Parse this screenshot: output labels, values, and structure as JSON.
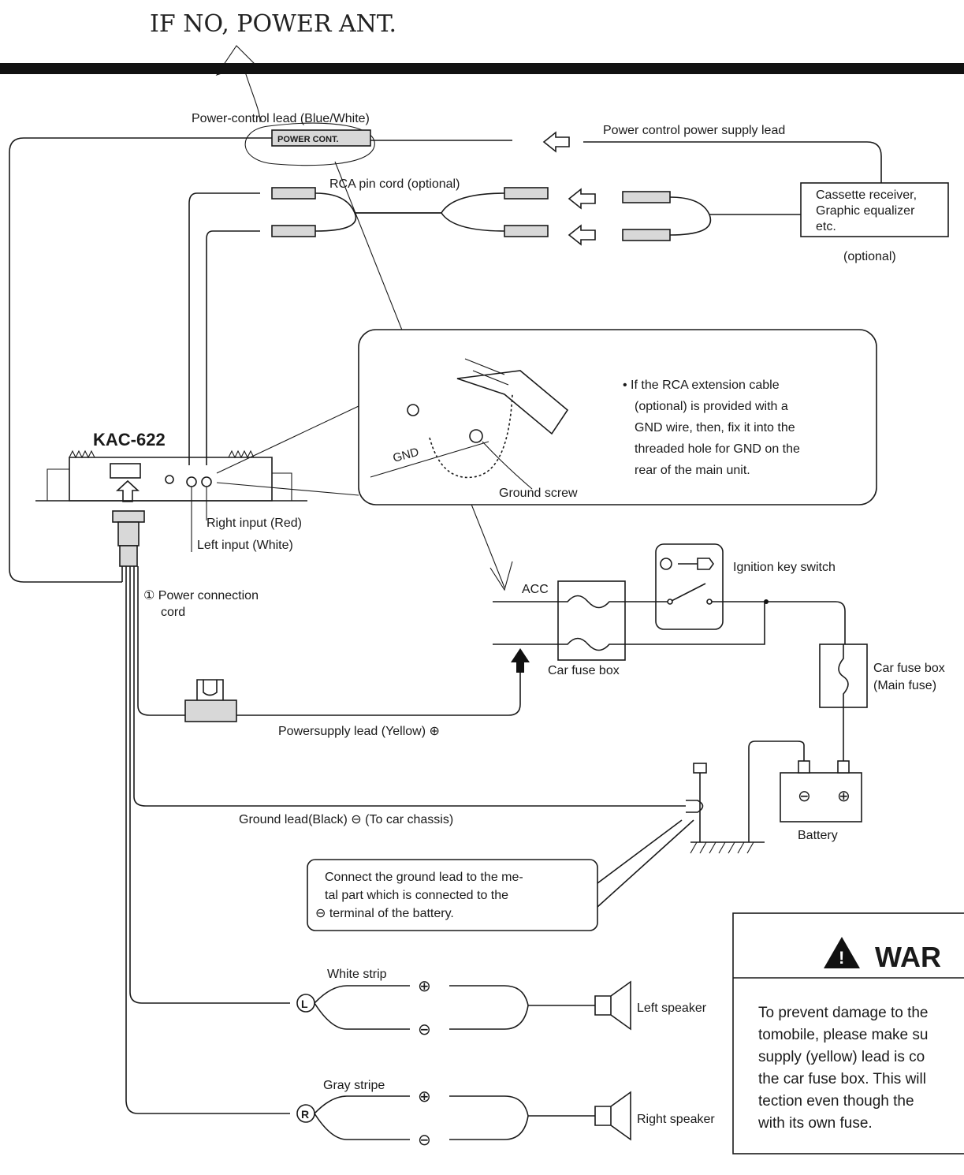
{
  "handwritten_note": "IF NO, POWER ANT.",
  "model": "KAC-622",
  "labels": {
    "power_control_lead": "Power-control lead (Blue/White)",
    "power_cont_tag": "POWER CONT.",
    "power_control_supply": "Power control power supply lead",
    "rca_cord": "RCA pin cord (optional)",
    "receiver_line1": "Cassette receiver,",
    "receiver_line2": "Graphic equalizer",
    "receiver_line3": "etc.",
    "receiver_optional": "(optional)",
    "right_input": "Right input (Red)",
    "left_input": "Left input (White)",
    "gnd": "GND",
    "ground_screw": "Ground screw",
    "power_cord_line1": "① Power connection",
    "power_cord_line2": "cord",
    "acc": "ACC",
    "car_fuse_box": "Car fuse box",
    "ignition_switch": "Ignition key switch",
    "main_fuse_line1": "Car fuse box",
    "main_fuse_line2": "(Main fuse)",
    "power_supply_lead": "Powersupply lead (Yellow) ⊕",
    "ground_lead": "Ground lead(Black) ⊖ (To car chassis)",
    "battery": "Battery",
    "battery_neg": "⊖",
    "battery_pos": "⊕",
    "white_strip": "White strip",
    "gray_stripe": "Gray stripe",
    "left_speaker": "Left speaker",
    "right_speaker": "Right speaker",
    "spk_left_mark": "L",
    "spk_right_mark": "R",
    "plus": "⊕",
    "minus": "⊖"
  },
  "gnd_note_lines": [
    "• If the RCA extension cable",
    "(optional) is provided with a",
    "GND wire, then, fix it into the",
    "threaded hole for GND on the",
    "rear of the main unit."
  ],
  "ground_tip_lines": [
    "Connect the ground lead to the me-",
    "tal part which is connected to the",
    "⊖ terminal of the battery."
  ],
  "warning": {
    "title": "WAR",
    "lines": [
      "To prevent damage to the",
      "tomobile, please make su",
      "supply (yellow) lead is co",
      "the car fuse box. This will",
      "tection even though the",
      "with its own fuse."
    ]
  }
}
